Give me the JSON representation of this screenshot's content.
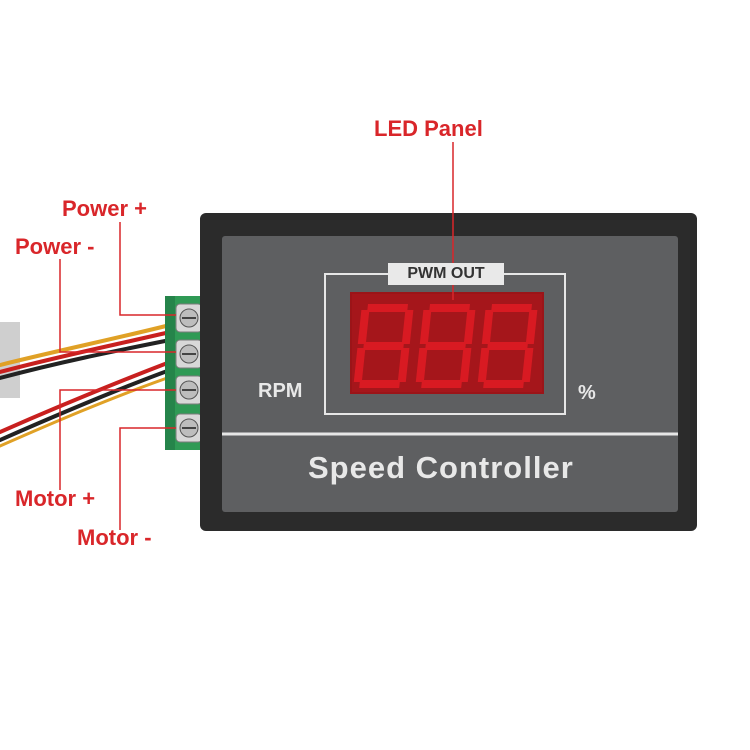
{
  "callouts": {
    "led_panel": "LED Panel",
    "power_plus": "Power +",
    "power_minus": "Power -",
    "motor_plus": "Motor +",
    "motor_minus": "Motor -"
  },
  "device": {
    "display_header": "PWM OUT",
    "left_unit": "RPM",
    "right_unit": "%",
    "title": "Speed Controller"
  },
  "colors": {
    "annotation_red": "#d9262a",
    "device_body": "#2b2b2b",
    "face_panel": "#5e5f61",
    "led_segment": "#e11b24",
    "terminal_green": "#2f9a55"
  }
}
